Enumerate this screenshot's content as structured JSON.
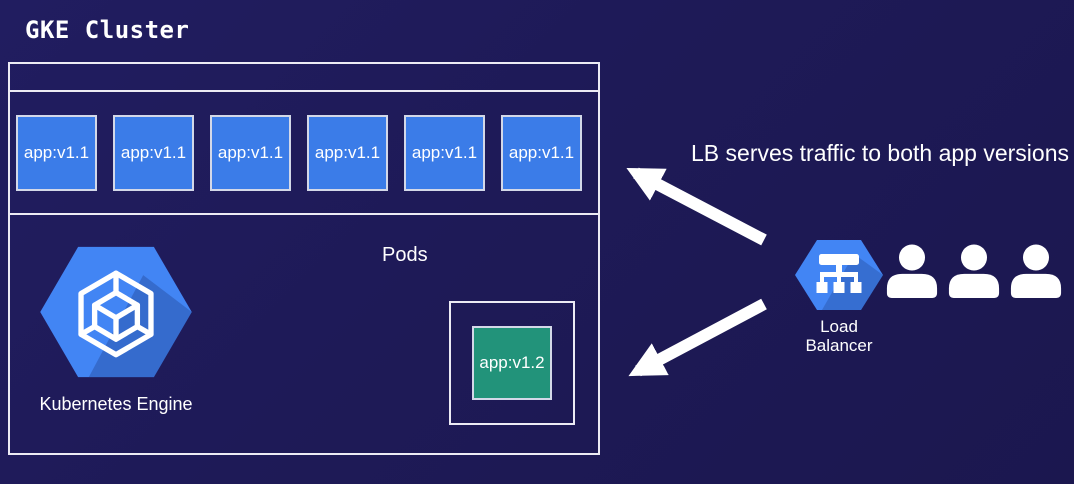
{
  "title": "GKE Cluster",
  "cluster": {
    "pods_label": "Pods",
    "pods": [
      "app:v1.1",
      "app:v1.1",
      "app:v1.1",
      "app:v1.1",
      "app:v1.1",
      "app:v1.1"
    ],
    "new_pod_label": "app:v1.2",
    "engine_label": "Kubernetes Engine"
  },
  "load_balancer": {
    "label": "Load Balancer",
    "annotation": "LB serves traffic to both app versions"
  },
  "users": {
    "count": 3
  },
  "icons": {
    "kubernetes_engine": "kubernetes-engine-icon",
    "load_balancer": "load-balancer-icon",
    "user": "user-icon",
    "arrows": [
      "arrow-lb-to-v1-pods",
      "arrow-lb-to-v2-pod"
    ]
  },
  "colors": {
    "background": "#1e1a57",
    "pod_v1_blue": "#3b7ce8",
    "pod_v2_teal": "#22937a",
    "gcp_blue": "#4285f4",
    "outline": "#ecebf4",
    "text": "#ffffff"
  }
}
